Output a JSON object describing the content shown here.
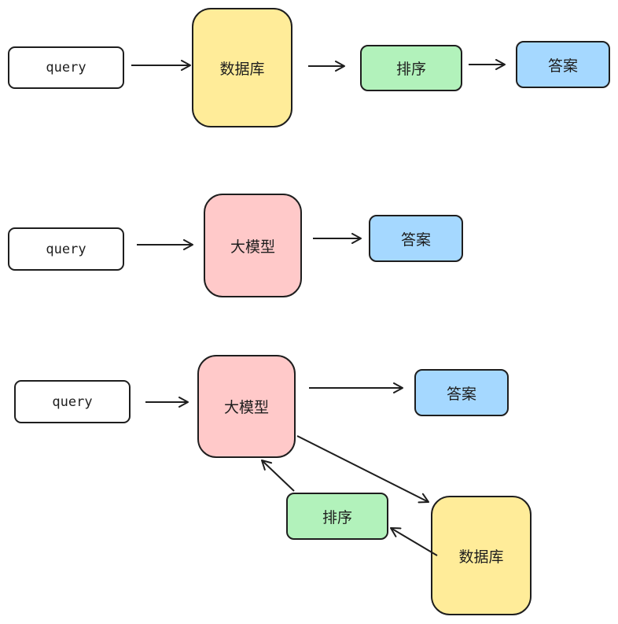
{
  "colors": {
    "stroke": "#1e1e1e",
    "query_fill": "#ffffff",
    "database_fill": "#ffec99",
    "sort_fill": "#b2f2bb",
    "answer_fill": "#a5d8ff",
    "llm_fill": "#ffc9c9"
  },
  "row1": {
    "query": "query",
    "database": "数据库",
    "sort": "排序",
    "answer": "答案"
  },
  "row2": {
    "query": "query",
    "llm": "大模型",
    "answer": "答案"
  },
  "row3": {
    "query": "query",
    "llm": "大模型",
    "answer": "答案",
    "sort": "排序",
    "database": "数据库"
  }
}
